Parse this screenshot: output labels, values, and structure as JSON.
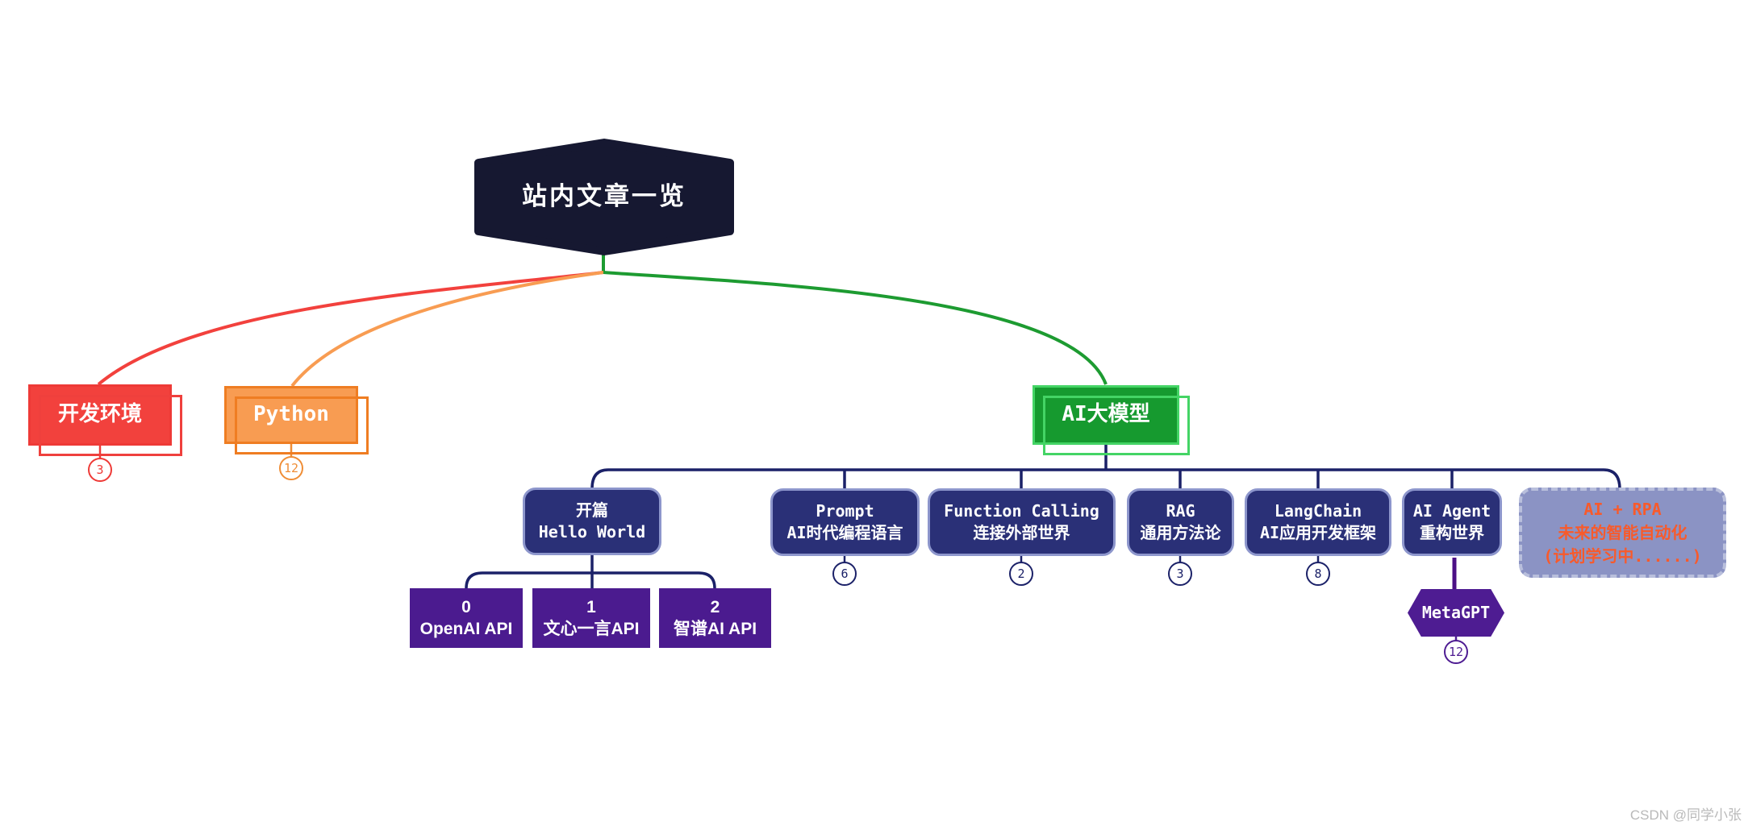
{
  "watermark": "CSDN @同学小张",
  "colors": {
    "root_fill": "#161831",
    "branch_red": "#f2413d",
    "branch_orange_fill": "#f89c52",
    "branch_orange_border": "#ef7d22",
    "branch_green_fill": "#169a2f",
    "branch_green_border": "#44d465",
    "topic_navy_fill": "#2a3077",
    "topic_navy_border": "#8d96cc",
    "navy_connector": "#1b2168",
    "leaf_purple": "#4b1b8f",
    "metagpt_purple": "#4e1c92",
    "purple_connector": "#4c1086",
    "planned_fill": "#8b93c4",
    "planned_border": "#b9bfdc",
    "planned_text": "#f85a2b"
  },
  "root": {
    "label": "站内文章一览"
  },
  "nodes": {
    "dev_env": {
      "label": "开发环境",
      "badge": "3"
    },
    "python": {
      "label": "Python",
      "badge": "12"
    },
    "ai_model": {
      "label": "AI大模型"
    },
    "kaipian": {
      "line1": "开篇",
      "line2": "Hello World"
    },
    "openai": {
      "line1": "0",
      "line2": "OpenAI API"
    },
    "wenxin": {
      "line1": "1",
      "line2": "文心一言API"
    },
    "zhipu": {
      "line1": "2",
      "line2": "智谱AI API"
    },
    "prompt": {
      "line1": "Prompt",
      "line2": "AI时代编程语言",
      "badge": "6"
    },
    "function_calling": {
      "line1": "Function Calling",
      "line2": "连接外部世界",
      "badge": "2"
    },
    "rag": {
      "line1": "RAG",
      "line2": "通用方法论",
      "badge": "3"
    },
    "langchain": {
      "line1": "LangChain",
      "line2": "AI应用开发框架",
      "badge": "8"
    },
    "ai_agent": {
      "line1": "AI Agent",
      "line2": "重构世界"
    },
    "metagpt": {
      "label": "MetaGPT",
      "badge": "12"
    },
    "ai_rpa": {
      "line1": "AI + RPA",
      "line2": "未来的智能自动化",
      "line3": "(计划学习中......)"
    }
  }
}
